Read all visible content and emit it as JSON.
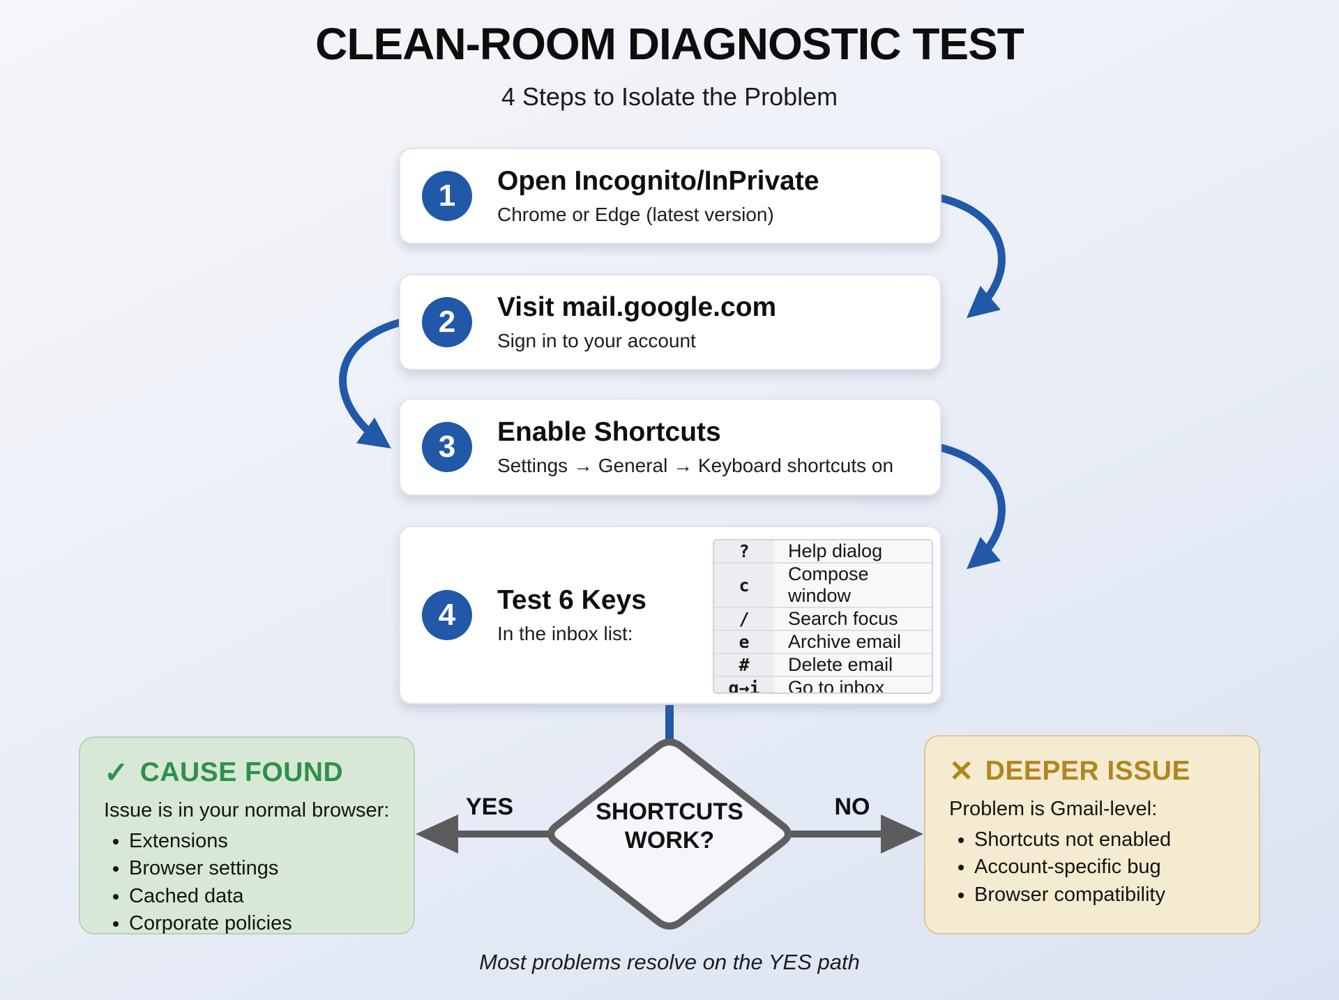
{
  "page": {
    "title": "CLEAN-ROOM DIAGNOSTIC TEST",
    "subtitle": "4 Steps to Isolate the Problem",
    "footnote": "Most problems resolve on the YES path"
  },
  "steps": [
    {
      "number": "1",
      "title": "Open Incognito/InPrivate",
      "subtitle": "Chrome or Edge (latest version)"
    },
    {
      "number": "2",
      "title": "Visit mail.google.com",
      "subtitle": "Sign in to your account"
    },
    {
      "number": "3",
      "title": "Enable Shortcuts",
      "subtitle": "Settings → General → Keyboard shortcuts on"
    },
    {
      "number": "4",
      "title": "Test 6 Keys",
      "subtitle": "In the inbox list:"
    }
  ],
  "shortcut_table": {
    "rows": [
      {
        "key": "?",
        "action": "Help dialog"
      },
      {
        "key": "c",
        "action": "Compose window"
      },
      {
        "key": "/",
        "action": "Search focus"
      },
      {
        "key": "e",
        "action": "Archive email"
      },
      {
        "key": "#",
        "action": "Delete email"
      },
      {
        "key": "g→i",
        "action": "Go to inbox"
      }
    ]
  },
  "decision": {
    "label_line1": "SHORTCUTS",
    "label_line2": "WORK?",
    "yes_label": "YES",
    "no_label": "NO"
  },
  "outcome_yes": {
    "icon": "✓",
    "heading": "CAUSE FOUND",
    "intro": "Issue is in your normal browser:",
    "bullets": [
      "Extensions",
      "Browser settings",
      "Cached data",
      "Corporate policies"
    ]
  },
  "outcome_no": {
    "icon": "✕",
    "heading": "DEEPER ISSUE",
    "intro": "Problem is Gmail-level:",
    "bullets": [
      "Shortcuts not enabled",
      "Account-specific bug",
      "Browser compatibility"
    ]
  },
  "colors": {
    "accent_blue": "#2158a8",
    "arrow_gray": "#5c5c5c",
    "green_heading": "#2e9148",
    "green_bg": "#d8e8d7",
    "gold_heading": "#b1861c",
    "tan_bg": "#f5ebd1"
  }
}
